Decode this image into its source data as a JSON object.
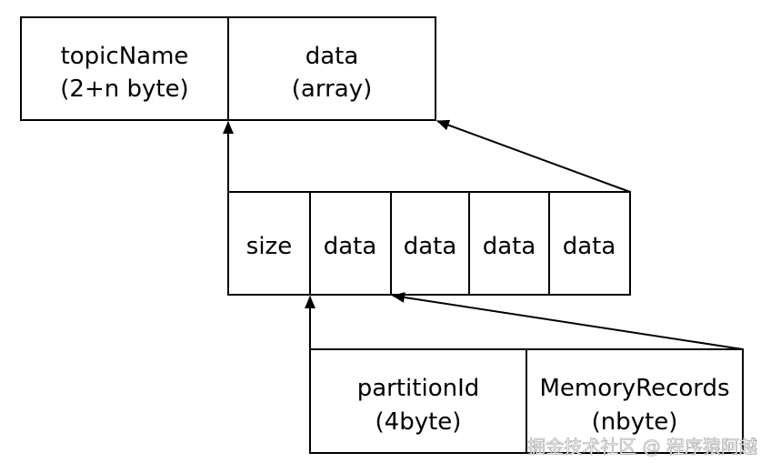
{
  "top_row": {
    "topic_name": {
      "line1": "topicName",
      "line2": "(2+n byte)"
    },
    "data": {
      "line1": "data",
      "line2": "(array)"
    }
  },
  "middle_row": {
    "size": "size",
    "cells": [
      "data",
      "data",
      "data",
      "data"
    ]
  },
  "bottom_row": {
    "partition_id": {
      "line1": "partitionId",
      "line2": "(4byte)"
    },
    "memory_records": {
      "line1": "MemoryRecords",
      "line2": "(nbyte)"
    }
  },
  "watermark": "掘金技术社区 @ 程序猿阿越"
}
